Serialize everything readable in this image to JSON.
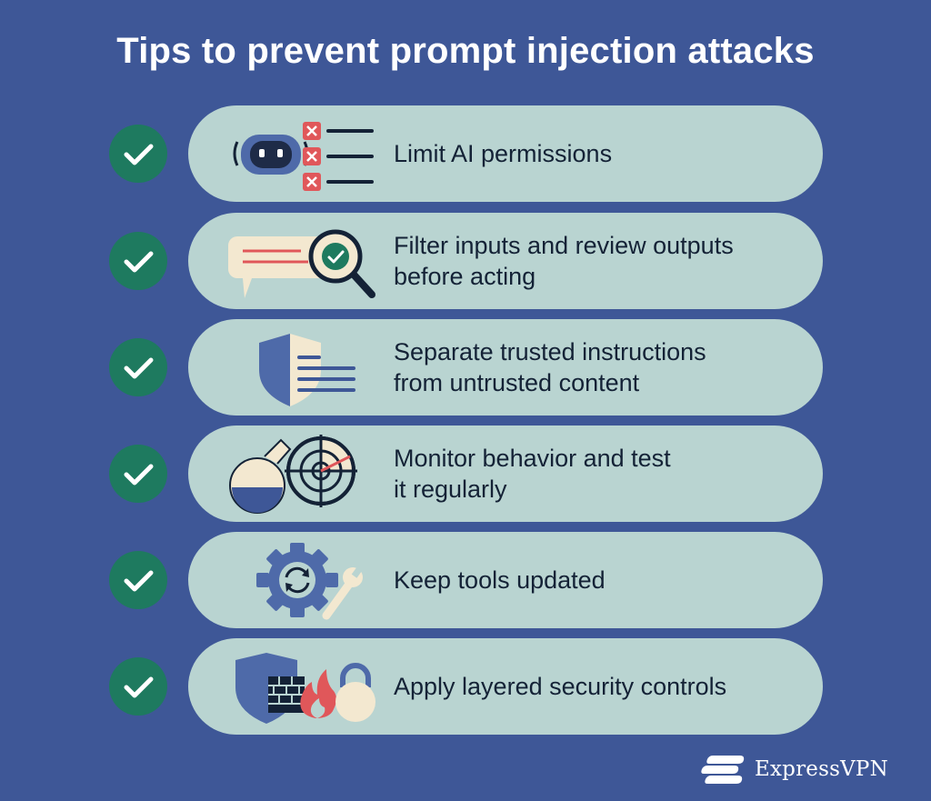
{
  "title": "Tips to prevent prompt injection attacks",
  "colors": {
    "background": "#3e5797",
    "pill": "#b9d4d1",
    "check_circle": "#1e7a5f",
    "text": "#142236",
    "accent_red": "#e0575a"
  },
  "tips": [
    {
      "line1": "Limit AI permissions",
      "line2": "",
      "icon": "robot-checklist-icon"
    },
    {
      "line1": "Filter inputs and review outputs",
      "line2": "before acting",
      "icon": "chat-magnifier-icon"
    },
    {
      "line1": "Separate trusted instructions",
      "line2": "from untrusted content",
      "icon": "shield-lines-icon"
    },
    {
      "line1": "Monitor behavior and test",
      "line2": "it regularly",
      "icon": "flask-radar-icon"
    },
    {
      "line1": "Keep tools updated",
      "line2": "",
      "icon": "gear-wrench-icon"
    },
    {
      "line1": "Apply layered security controls",
      "line2": "",
      "icon": "shield-firewall-lock-icon"
    }
  ],
  "brand": {
    "name": "ExpressVPN",
    "icon": "expressvpn-logo-icon"
  }
}
